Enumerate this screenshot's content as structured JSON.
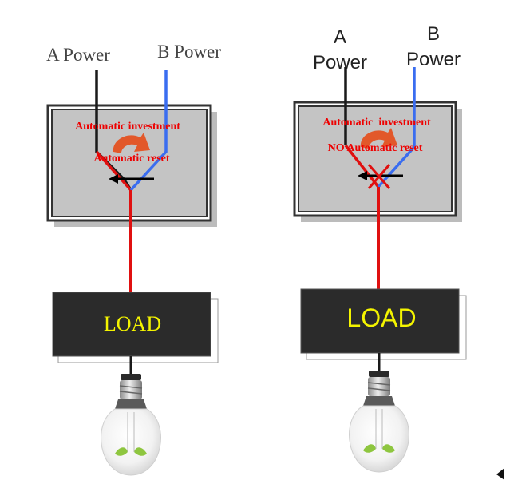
{
  "left_diagram": {
    "power_a_label": "A Power",
    "power_b_label": "B Power",
    "switch_label_top": "Automatic investment",
    "switch_label_bottom": "Automatic reset",
    "load_label": "LOAD"
  },
  "right_diagram": {
    "power_a_line1": "A",
    "power_a_line2": "Power",
    "power_b_line1": "B",
    "power_b_line2": "Power",
    "switch_label_top": "Automatic  investment",
    "switch_label_bottom": "NO Automatic reset",
    "load_label": "LOAD"
  },
  "colors": {
    "wire_a": "#1a1a1a",
    "wire_b": "#3a6df0",
    "wire_out": "#e01010",
    "switch_fill": "#c4c4c4",
    "switch_border": "#333333",
    "label_red": "#ee0000",
    "load_fill": "#2b2b2b",
    "load_text": "#f4f400",
    "arrow_orange": "#e2582a"
  }
}
